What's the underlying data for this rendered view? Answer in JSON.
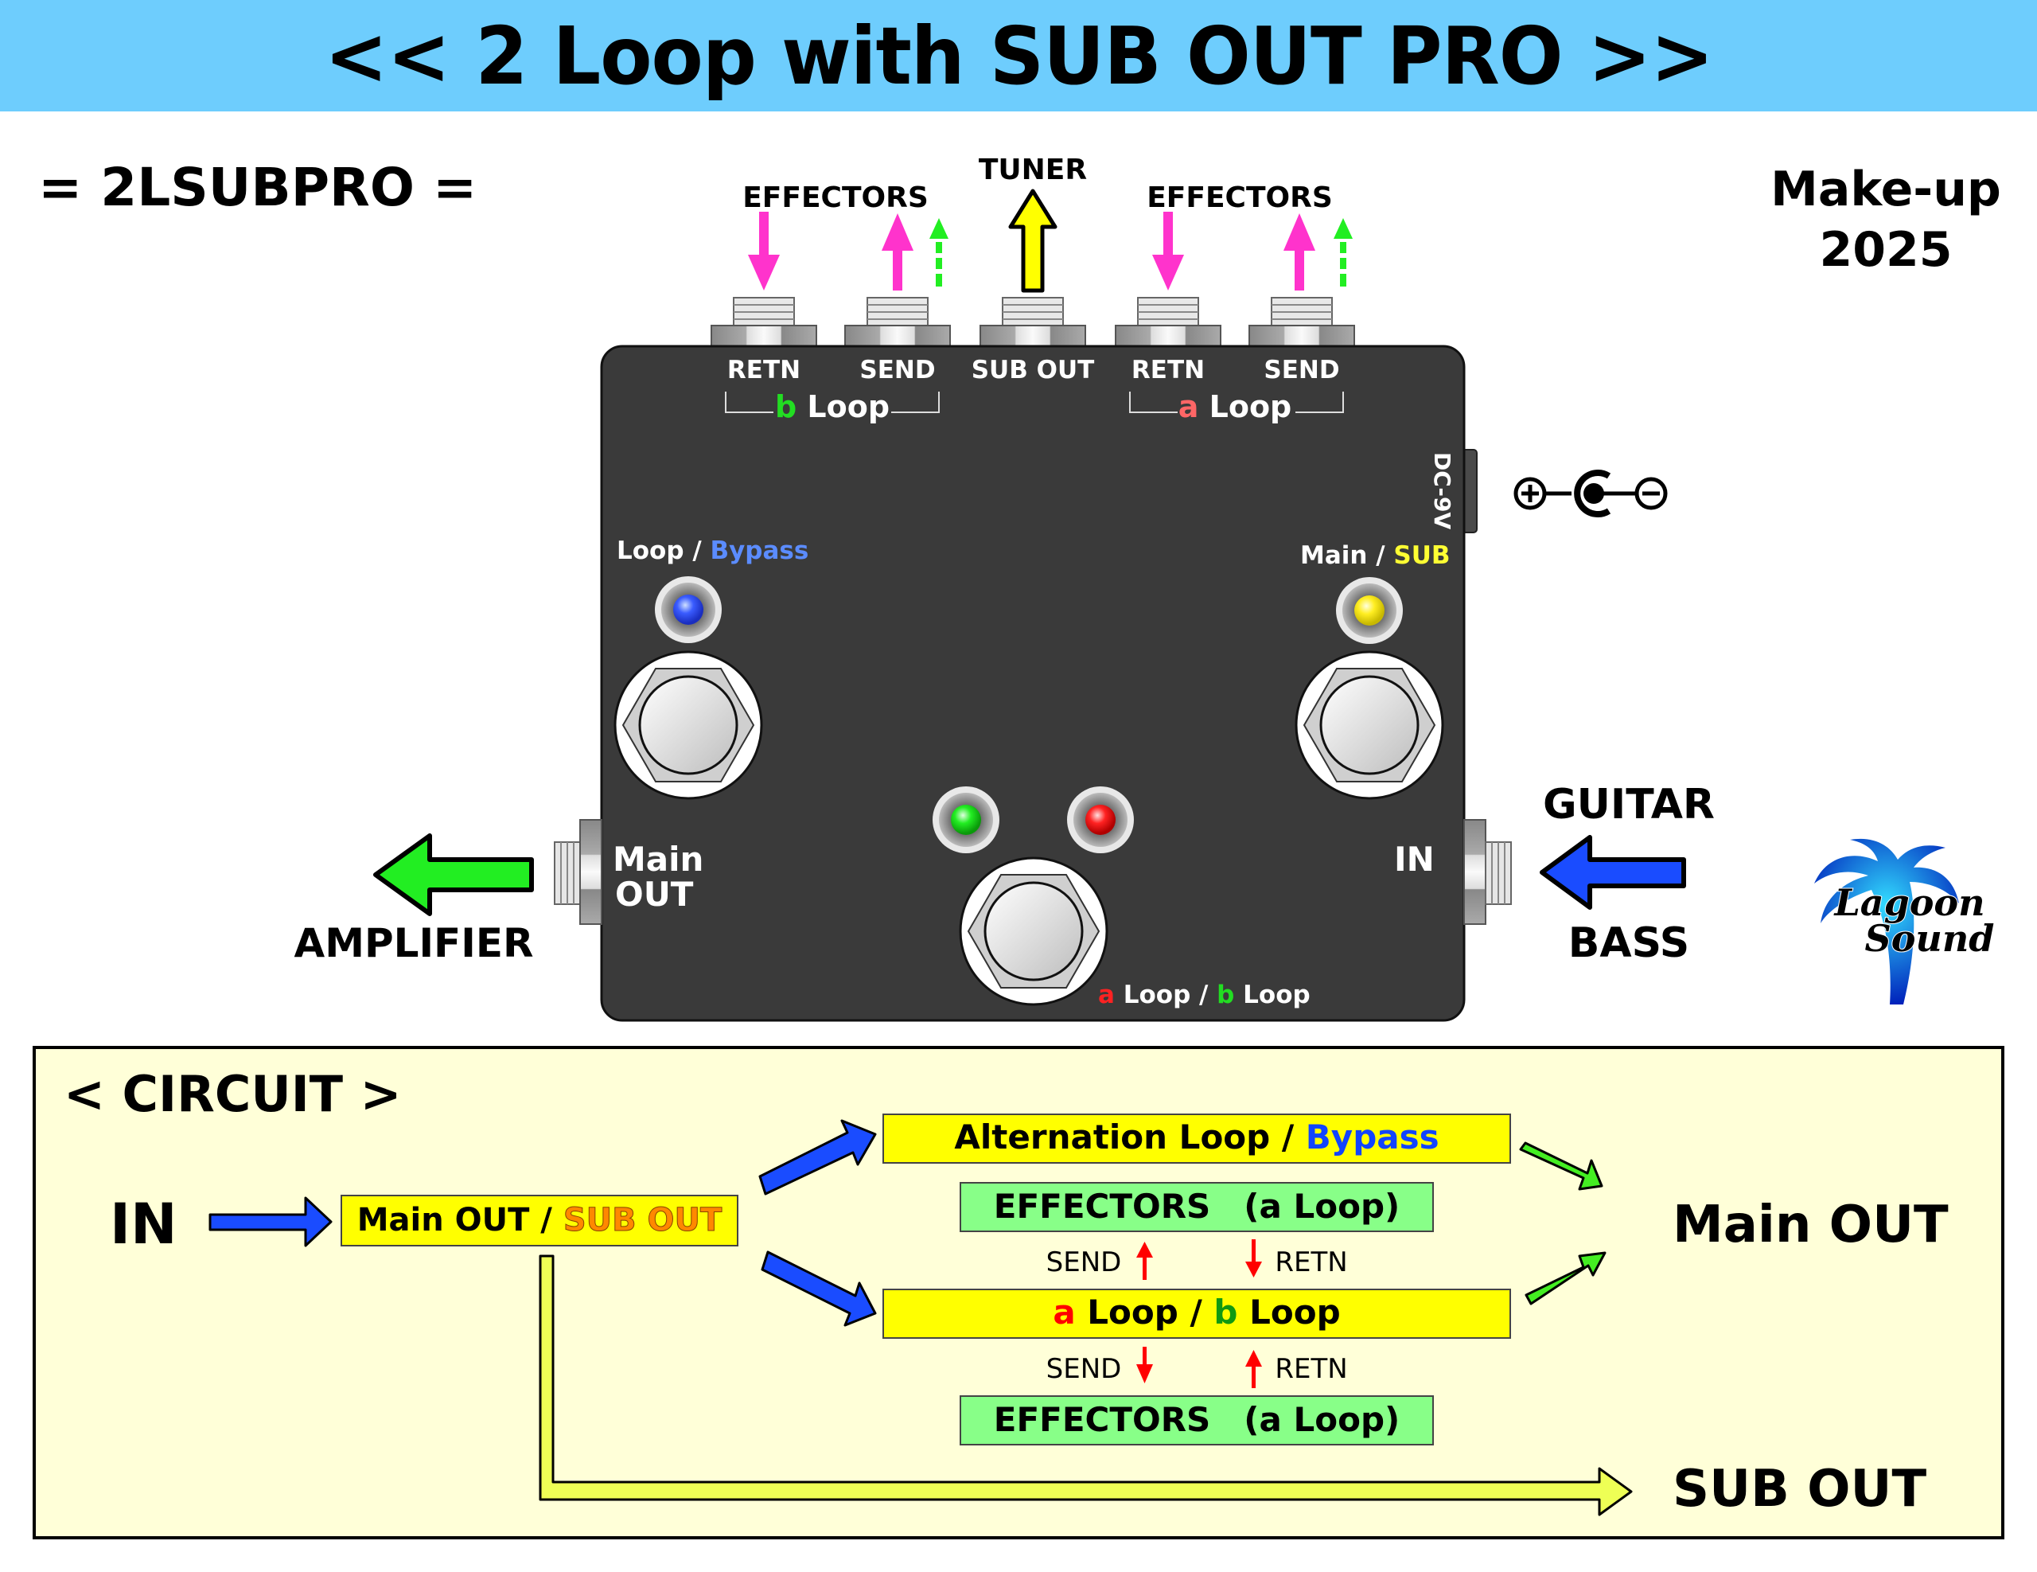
{
  "header": {
    "title": "<< 2 Loop with SUB OUT PRO >>",
    "model_code": "= 2LSUBPRO =",
    "makeup_line1": "Make-up",
    "makeup_line2": "2025"
  },
  "top_labels": {
    "effectors_b": "EFFECTORS",
    "tuner": "TUNER",
    "effectors_a": "EFFECTORS"
  },
  "jacks": [
    {
      "label": "RETN",
      "arrow": "down",
      "arrow_color": "#ff33cc"
    },
    {
      "label": "SEND",
      "arrow": "up",
      "arrow_color": "#ff33cc",
      "dashed_arrow_color": "#22ee22"
    },
    {
      "label": "SUB OUT",
      "arrow": "up",
      "arrow_color": "#ffff00"
    },
    {
      "label": "RETN",
      "arrow": "down",
      "arrow_color": "#ff33cc"
    },
    {
      "label": "SEND",
      "arrow": "up",
      "arrow_color": "#ff33cc",
      "dashed_arrow_color": "#22ee22"
    }
  ],
  "loop_groups": {
    "b": {
      "letter": "b",
      "word": "Loop",
      "letter_color": "#22dd22"
    },
    "a": {
      "letter": "a",
      "word": "Loop",
      "letter_color": "#ff6666"
    }
  },
  "pedal": {
    "body_color": "#3a3a3a",
    "dc_label": "DC-9V",
    "left_switch": {
      "label_main": "Loop",
      "sep": " / ",
      "label_alt": "Bypass",
      "alt_color": "#5b8cff",
      "led_color": "#3355ff"
    },
    "right_switch": {
      "label_main": "Main",
      "sep": " / ",
      "label_alt": "SUB",
      "alt_color": "#ffff33",
      "led_color": "#ffee22"
    },
    "center_switch": {
      "label_a": "a",
      "label_a_word": " Loop / ",
      "label_b": "b",
      "label_b_word": " Loop",
      "a_color": "#ff2222",
      "b_color": "#22dd22",
      "led_left_color": "#22dd22",
      "led_right_color": "#ff2222"
    },
    "main_out_line1": "Main",
    "main_out_line2": "OUT",
    "in_label": "IN"
  },
  "side_labels": {
    "amplifier": "AMPLIFIER",
    "guitar": "GUITAR",
    "bass": "BASS"
  },
  "logo": {
    "line1": "Lagoon",
    "line2": "Sound"
  },
  "circuit": {
    "title": "< CIRCUIT >",
    "in": "IN",
    "splitter": {
      "main": "Main OUT / ",
      "sub": "SUB OUT",
      "sub_color": "#ff8800"
    },
    "alt_box": {
      "main": "Alternation Loop / ",
      "alt": "Bypass",
      "alt_color": "#1144ff"
    },
    "effectors_top": "EFFECTORS　(a Loop)",
    "send_1": "SEND",
    "retn_1": "RETN",
    "ab_box": {
      "a": "a",
      "mid": " Loop / ",
      "b": "b",
      "end": " Loop",
      "a_color": "#ff0000",
      "b_color": "#119911"
    },
    "send_2": "SEND",
    "retn_2": "RETN",
    "effectors_bottom": "EFFECTORS　(a Loop)",
    "main_out": "Main OUT",
    "sub_out": "SUB OUT",
    "bg_color": "#ffffd8",
    "box_yellow": "#ffff00",
    "box_green": "#88ff88"
  }
}
